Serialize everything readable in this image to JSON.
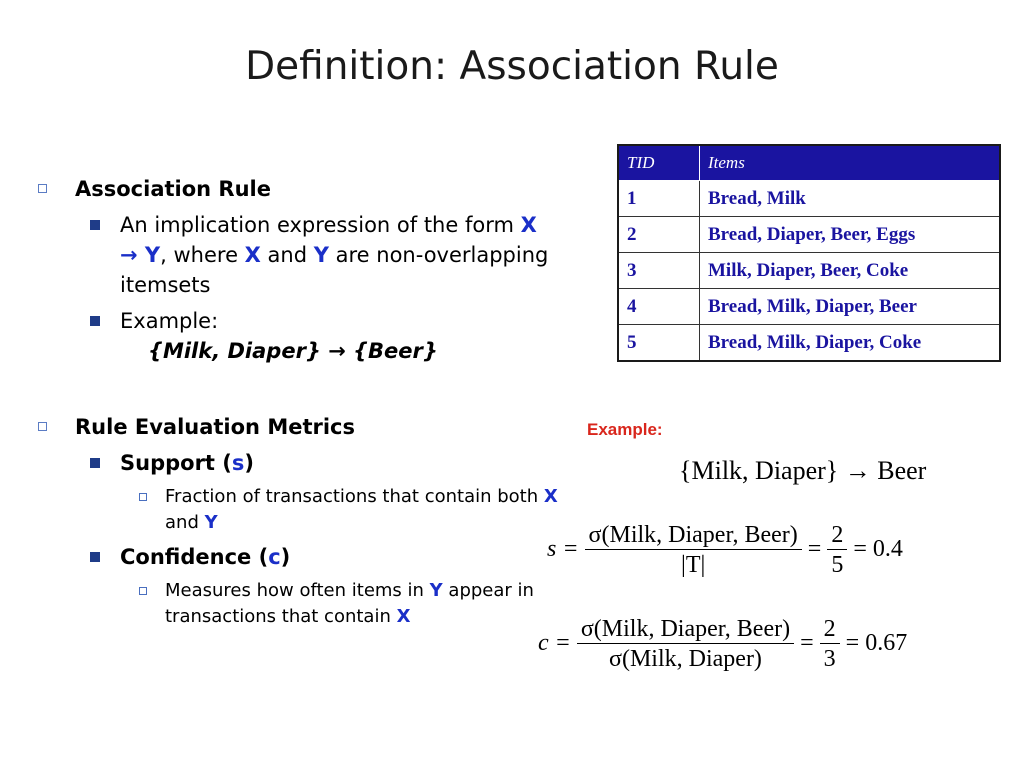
{
  "title": "Definition: Association Rule",
  "section1": {
    "heading": "Association Rule",
    "item1": {
      "t1": "An implication expression of the form ",
      "x": "X",
      "arrow": " → ",
      "y": "Y",
      "t2": ", where ",
      "x2": "X",
      "t3": " and ",
      "y2": "Y",
      "t4": " are non-overlapping itemsets"
    },
    "item2": {
      "label": "Example:",
      "rule": "{Milk, Diaper} → {Beer}"
    }
  },
  "section2": {
    "heading": "Rule Evaluation Metrics",
    "support": {
      "label": "Support (",
      "sym": "s",
      "close": ")",
      "desc1": "Fraction of transactions that contain both ",
      "x": "X",
      "and": " and ",
      "y": "Y"
    },
    "confidence": {
      "label": "Confidence (",
      "sym": "c",
      "close": ")",
      "desc1": "Measures how often items in ",
      "y": "Y",
      "desc2": " appear in transactions that contain ",
      "x": "X"
    }
  },
  "table": {
    "headers": [
      "TID",
      "Items"
    ],
    "rows": [
      [
        "1",
        "Bread, Milk"
      ],
      [
        "2",
        "Bread, Diaper, Beer, Eggs"
      ],
      [
        "3",
        "Milk, Diaper, Beer, Coke"
      ],
      [
        "4",
        "Bread, Milk, Diaper, Beer"
      ],
      [
        "5",
        "Bread, Milk, Diaper, Coke"
      ]
    ]
  },
  "example": {
    "label": "Example:",
    "rule": "{Milk, Diaper} → Beer",
    "support": {
      "lhs": "s =",
      "num": "σ(Milk, Diaper, Beer)",
      "den": "|T|",
      "eq1": "=",
      "fnum": "2",
      "fden": "5",
      "result": "= 0.4"
    },
    "confidence": {
      "lhs": "c =",
      "num": "σ(Milk, Diaper, Beer)",
      "den": "σ(Milk, Diaper)",
      "eq1": "=",
      "fnum": "2",
      "fden": "3",
      "result": "= 0.67"
    }
  },
  "colors": {
    "accent_blue": "#1a2fc8",
    "table_header": "#1a14a0",
    "example_red": "#d9261c"
  }
}
